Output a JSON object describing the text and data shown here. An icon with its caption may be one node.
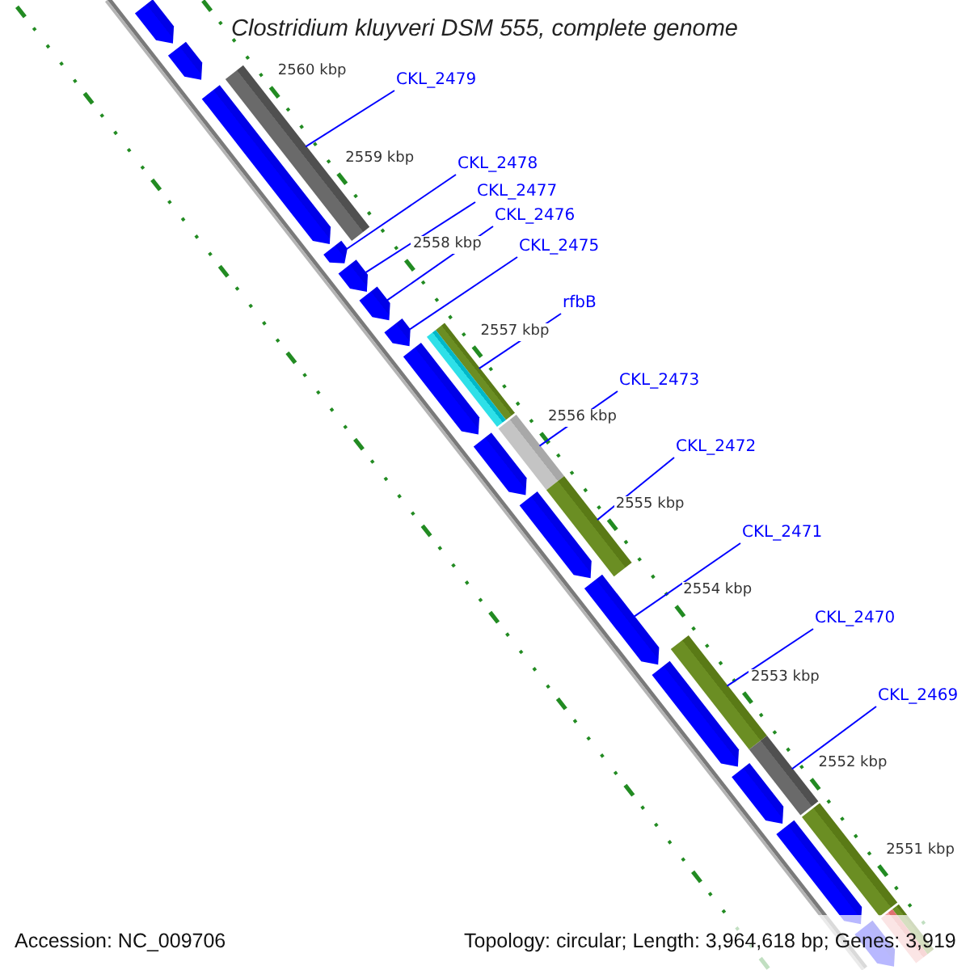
{
  "diagram": {
    "title": "Clostridium kluyveri DSM 555, complete genome",
    "nodes": [
      {
        "text": [
          "CKL_2479"
        ]
      },
      {
        "text": [
          "CKL_2478"
        ]
      },
      {
        "text": [
          "CKL_2477"
        ]
      },
      {
        "text": [
          "CKL_2476"
        ]
      },
      {
        "text": [
          "CKL_2475"
        ]
      },
      {
        "text": [
          "rfbB"
        ]
      },
      {
        "text": [
          "CKL_2473"
        ]
      },
      {
        "text": [
          "CKL_2472"
        ]
      },
      {
        "text": [
          "CKL_2471"
        ]
      },
      {
        "text": [
          "CKL_2470"
        ]
      },
      {
        "text": [
          "CKL_2469"
        ]
      },
      {
        "text": [],
        "shape": "arrow"
      },
      {
        "text": [],
        "shape": "arrow"
      },
      {
        "text": [],
        "shape": "bar"
      },
      {
        "text": [],
        "shape": "arrow"
      },
      {
        "text": [],
        "shape": "arrow"
      },
      {
        "text": [],
        "shape": "arrow"
      },
      {
        "text": [],
        "shape": "arrow"
      },
      {
        "text": [],
        "shape": "arrow"
      },
      {
        "text": [],
        "shape": "bar"
      },
      {
        "text": [],
        "shape": "bar"
      },
      {
        "text": [],
        "shape": "arrow"
      },
      {
        "text": [],
        "shape": "bar"
      },
      {
        "text": [],
        "shape": "arrow"
      },
      {
        "text": [],
        "shape": "bar"
      },
      {
        "text": [],
        "shape": "arrow"
      },
      {
        "text": [],
        "shape": "arrow"
      },
      {
        "text": [],
        "shape": "bar"
      },
      {
        "text": [],
        "shape": "arrow"
      },
      {
        "text": [],
        "shape": "bar"
      },
      {
        "text": [],
        "shape": "arrow"
      },
      {
        "text": [],
        "shape": "bar"
      },
      {
        "text": [],
        "shape": "arrow"
      },
      {
        "text": [],
        "shape": "arrow"
      },
      {
        "text": [],
        "shape": "bar"
      },
      {
        "text": [],
        "shape": "bar"
      }
    ],
    "edges": [
      {
        "from": 0,
        "to": 13,
        "arrow": "none"
      },
      {
        "from": 1,
        "to": 15,
        "arrow": "none"
      },
      {
        "from": 2,
        "to": 16,
        "arrow": "none"
      },
      {
        "from": 3,
        "to": 17,
        "arrow": "none"
      },
      {
        "from": 4,
        "to": 18,
        "arrow": "none"
      },
      {
        "from": 5,
        "to": 19,
        "arrow": "none"
      },
      {
        "from": 6,
        "to": 22,
        "arrow": "none"
      },
      {
        "from": 7,
        "to": 24,
        "arrow": "none"
      },
      {
        "from": 8,
        "to": 26,
        "arrow": "none"
      },
      {
        "from": 9,
        "to": 27,
        "arrow": "none"
      },
      {
        "from": 10,
        "to": 29,
        "arrow": "none"
      }
    ],
    "labels": [
      "2560 kbp",
      "2559 kbp",
      "2558 kbp",
      "2557 kbp",
      "2556 kbp",
      "2555 kbp",
      "2554 kbp",
      "2553 kbp",
      "2552 kbp",
      "2551 kbp",
      "Accession: NC_009706",
      "Topology: circular; Length: 3,964,618 bp; Genes: 3,919"
    ]
  }
}
